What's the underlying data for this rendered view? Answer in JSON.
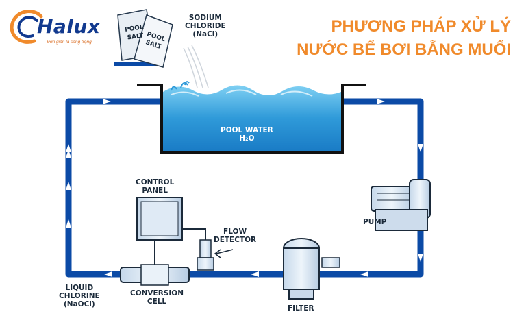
{
  "logo": {
    "name": "Halux",
    "tagline": "Đơn giản là sang trọng"
  },
  "title": {
    "line1": "PHƯƠNG PHÁP XỬ LÝ",
    "line2": "NƯỚC BỂ BƠI BẰNG MUỐI"
  },
  "bag_labels": {
    "bag1": [
      "POOL",
      "SALT"
    ],
    "bag2": [
      "POOL",
      "SALT"
    ]
  },
  "labels": {
    "sodium_chloride": [
      "SODIUM",
      "CHLORIDE",
      "(NaCl)"
    ],
    "pool_water": [
      "POOL WATER",
      "H₂O"
    ],
    "control_panel": [
      "CONTROL",
      "PANEL"
    ],
    "flow_detector": [
      "FLOW",
      "DETECTOR"
    ],
    "pump": "PUMP",
    "liquid_chlorine": [
      "LIQUID",
      "CHLORINE",
      "(NaOCl)"
    ],
    "conversion_cell": [
      "CONVERSION",
      "CELL"
    ],
    "filter": "FILTER"
  },
  "colors": {
    "pipe": "#0b4aa6",
    "water": "#3ba6df",
    "accent": "#f08a2b",
    "equipment": "#d7e6f3"
  },
  "icons": [
    "logo-swirl-icon",
    "salt-bag-icon",
    "pump-icon",
    "filter-icon",
    "flow-arrow-icon"
  ]
}
